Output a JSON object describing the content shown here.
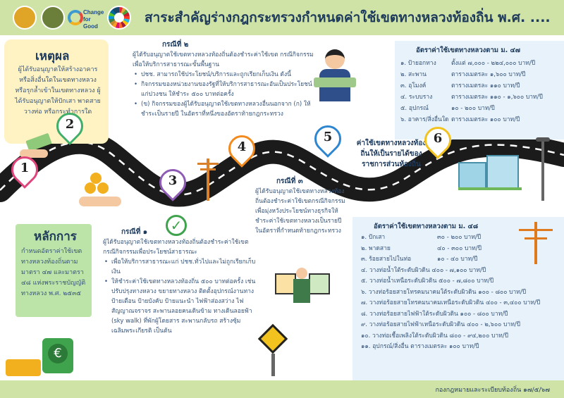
{
  "header": {
    "logo_text": "Change for Good",
    "title": "สาระสำคัญร่างกฎกระทรวงกำหนดค่าใช้เขตทางหลวงท้องถิ่น พ.ศ. ...."
  },
  "reason": {
    "title": "เหตุผล",
    "text": "ผู้ได้รับอนุญาตให้สร้างอาคาร หรือสิ่งอื่นใดในเขตทางหลวง หรือรุกล้ำเข้าในเขตทางหลวง ผู้ได้รับอนุญาตให้ปักเสา พาดสาย วางท่อ หรือกระทำการใด"
  },
  "principle": {
    "title": "หลักการ",
    "text": "กำหนดอัตราค่าใช้เขตทางหลวงท้องถิ่นตามมาตรา ๔๗ และมาตรา ๔๘ แห่งพระราชบัญญัติทางหลวง พ.ศ. ๒๕๓๕"
  },
  "case2": {
    "title": "กรณีที่ ๒",
    "intro": "ผู้ได้รับอนุญาตใช้เขตทางหลวงท้องถิ่นต้องชำระค่าใช้เขต กรณีกิจกรรมเพื่อให้บริการสาธารณะขั้นพื้นฐาน",
    "items": [
      "ปชช. สามารถใช้ประโยชน์/บริการและถูกเรียกเก็บเงิน ดังนี้",
      "กิจกรรมของหน่วยงานของรัฐที่ให้บริการสาธารณะอันเป็นประโยชน์แก่ปวงชน ให้ชำระ ๕๐๐ บาทต่อครั้ง",
      "(ข) กิจกรรมของผู้ได้รับอนุญาตใช้เขตทางหลวงอื่นนอกจาก (ก) ให้ชำระเป็นรายปี ในอัตราที่หนึ่งของอัตราท้ายกฎกระทรวง"
    ]
  },
  "case3": {
    "title": "กรณีที่ ๓",
    "text": "ผู้ได้รับอนุญาตใช้เขตทางหลวงท้องถิ่นต้องชำระค่าใช้เขตกรณีกิจกรรมเพื่อมุ่งหวังประโยชน์ทางธุรกิจให้ชำระค่าใช้เขตทางหลวงเป็นรายปี ในอัตราที่กำหนดท้ายกฎกระทรวง"
  },
  "case1": {
    "title": "กรณีที่ ๑",
    "intro": "ผู้ได้รับอนุญาตใช้เขตทางหลวงท้องถิ่นต้องชำระค่าใช้เขตกรณีกิจกรรมเพื่อประโยชน์สาธารณะ",
    "items": [
      "เพื่อให้บริการสาธารณะแก่ ปชช.ทั่วไปและไม่ถูกเรียกเก็บเงิน",
      "ให้ชำระค่าใช้เขตทางหลวงท้องถิ่น ๕๐๐ บาทต่อครั้ง เช่น ปรับปรุงทางหลวง ขยายทางหลวง ติดตั้งอุปกรณ์งานทาง ป้ายเตือน ป้ายบังคับ ป้ายแนะนำ ไฟฟ้าส่องสว่าง ไฟสัญญาณจราจร สะพานลอยคนเดินข้าม ทางเดินลอยฟ้า (sky walk) ที่พักผู้โดยสาร สะพานกลับรถ สร้างซุ้มเฉลิมพระเกียรติ เป็นต้น"
    ]
  },
  "rate47": {
    "title": "อัตราค่าใช้เขตทางหลวงตาม ม. ๔๗",
    "rows": [
      {
        "name": "๑. ป้ายอกทาง",
        "value": "ตั้งแต่ ๗,๐๐๐ - ๒๒๔,๐๐๐ บาท/ปี"
      },
      {
        "name": "๒. สะพาน",
        "value": "ตารางเมตรละ ๑,๖๐๐ บาท/ปี"
      },
      {
        "name": "๓. อุโมงค์",
        "value": "ตารางเมตรละ ๑๑๐ บาท/ปี"
      },
      {
        "name": "๔. ระบบราง",
        "value": "ตารางเมตรละ ๑๑๐ - ๑,๖๐๐ บาท/ปี"
      },
      {
        "name": "๕. อุปกรณ์",
        "value": "๑๐ - ๒๐๐ บาท/ปี"
      },
      {
        "name": "๖. อาคาร/สิ่งอื่นใด",
        "value": "ตารางเมตรละ ๑๐๐ บาท/ปี"
      }
    ]
  },
  "local_note": "ค่าใช้เขตทางหลวงท้องถิ่นให้เป็นรายได้ของราชการส่วนท้องถิ่น",
  "rate48": {
    "title": "อัตราค่าใช้เขตทางหลวงตาม ม. ๔๘",
    "rows": [
      {
        "name": "๑. ปักเสา",
        "value": "๓๐ - ๒๐๐ บาท/ปี"
      },
      {
        "name": "๒. พาดสาย",
        "value": "๔๐ - ๓๐๐ บาท/ปี"
      },
      {
        "name": "๓. ร้อยสายไปในท่อ",
        "value": "๑๐ - ๔๐ บาท/ปี"
      },
      {
        "name": "๔. วางท่อน้ำใต้ระดับผิวดิน",
        "value": "๔๐๐ - ๗,๑๐๐ บาท/ปี"
      },
      {
        "name": "๕. วางท่อน้ำเหนือระดับผิวดิน",
        "value": "๕๐๐ - ๗,๘๐๐ บาท/ปี"
      },
      {
        "name": "๖. วางท่อร้อยสายโทรคมนาคมใต้ระดับผิวดิน",
        "value": "๑๐๐ - ๘๐๐ บาท/ปี"
      },
      {
        "name": "๗. วางท่อร้อยสายโทรคมนาคมเหนือระดับผิวดิน",
        "value": "๔๐๐ - ๓,๔๐๐ บาท/ปี"
      },
      {
        "name": "๘. วางท่อร้อยสายไฟฟ้าใต้ระดับผิวดิน",
        "value": "๑๐๐ - ๘๐๐ บาท/ปี"
      },
      {
        "name": "๙. วางท่อร้อยสายไฟฟ้าเหนือระดับผิวดิน",
        "value": "๔๐๐ - ๒,๖๐๐ บาท/ปี"
      },
      {
        "name": "๑๐. วางท่อเชื้อเพลิงใต้ระดับผิวดิน",
        "value": "๘๐๐ - ๙๔,๒๐๐ บาท/ปี"
      },
      {
        "name": "๑๑. อุปกรณ์/สิ่งอื่น",
        "value": "ตารางเมตรละ ๑๐๐ บาท/ปี"
      }
    ]
  },
  "pins": [
    "1",
    "2",
    "3",
    "4",
    "5",
    "6"
  ],
  "footer": "กองกฎหมายและระเบียบท้องถิ่น ๑๗/๕/๖๗",
  "colors": {
    "header_bg": "#cfe3a6",
    "reason_bg": "#fff3c4",
    "principle_bg": "#bde4a8",
    "rate_bg": "#e8f2fa",
    "pin1": "#e0447c",
    "pin2": "#3fae6a",
    "pin3": "#8e5bb5",
    "pin4": "#f28a1e",
    "pin5": "#2f86d0",
    "pin6": "#f2c21e"
  }
}
